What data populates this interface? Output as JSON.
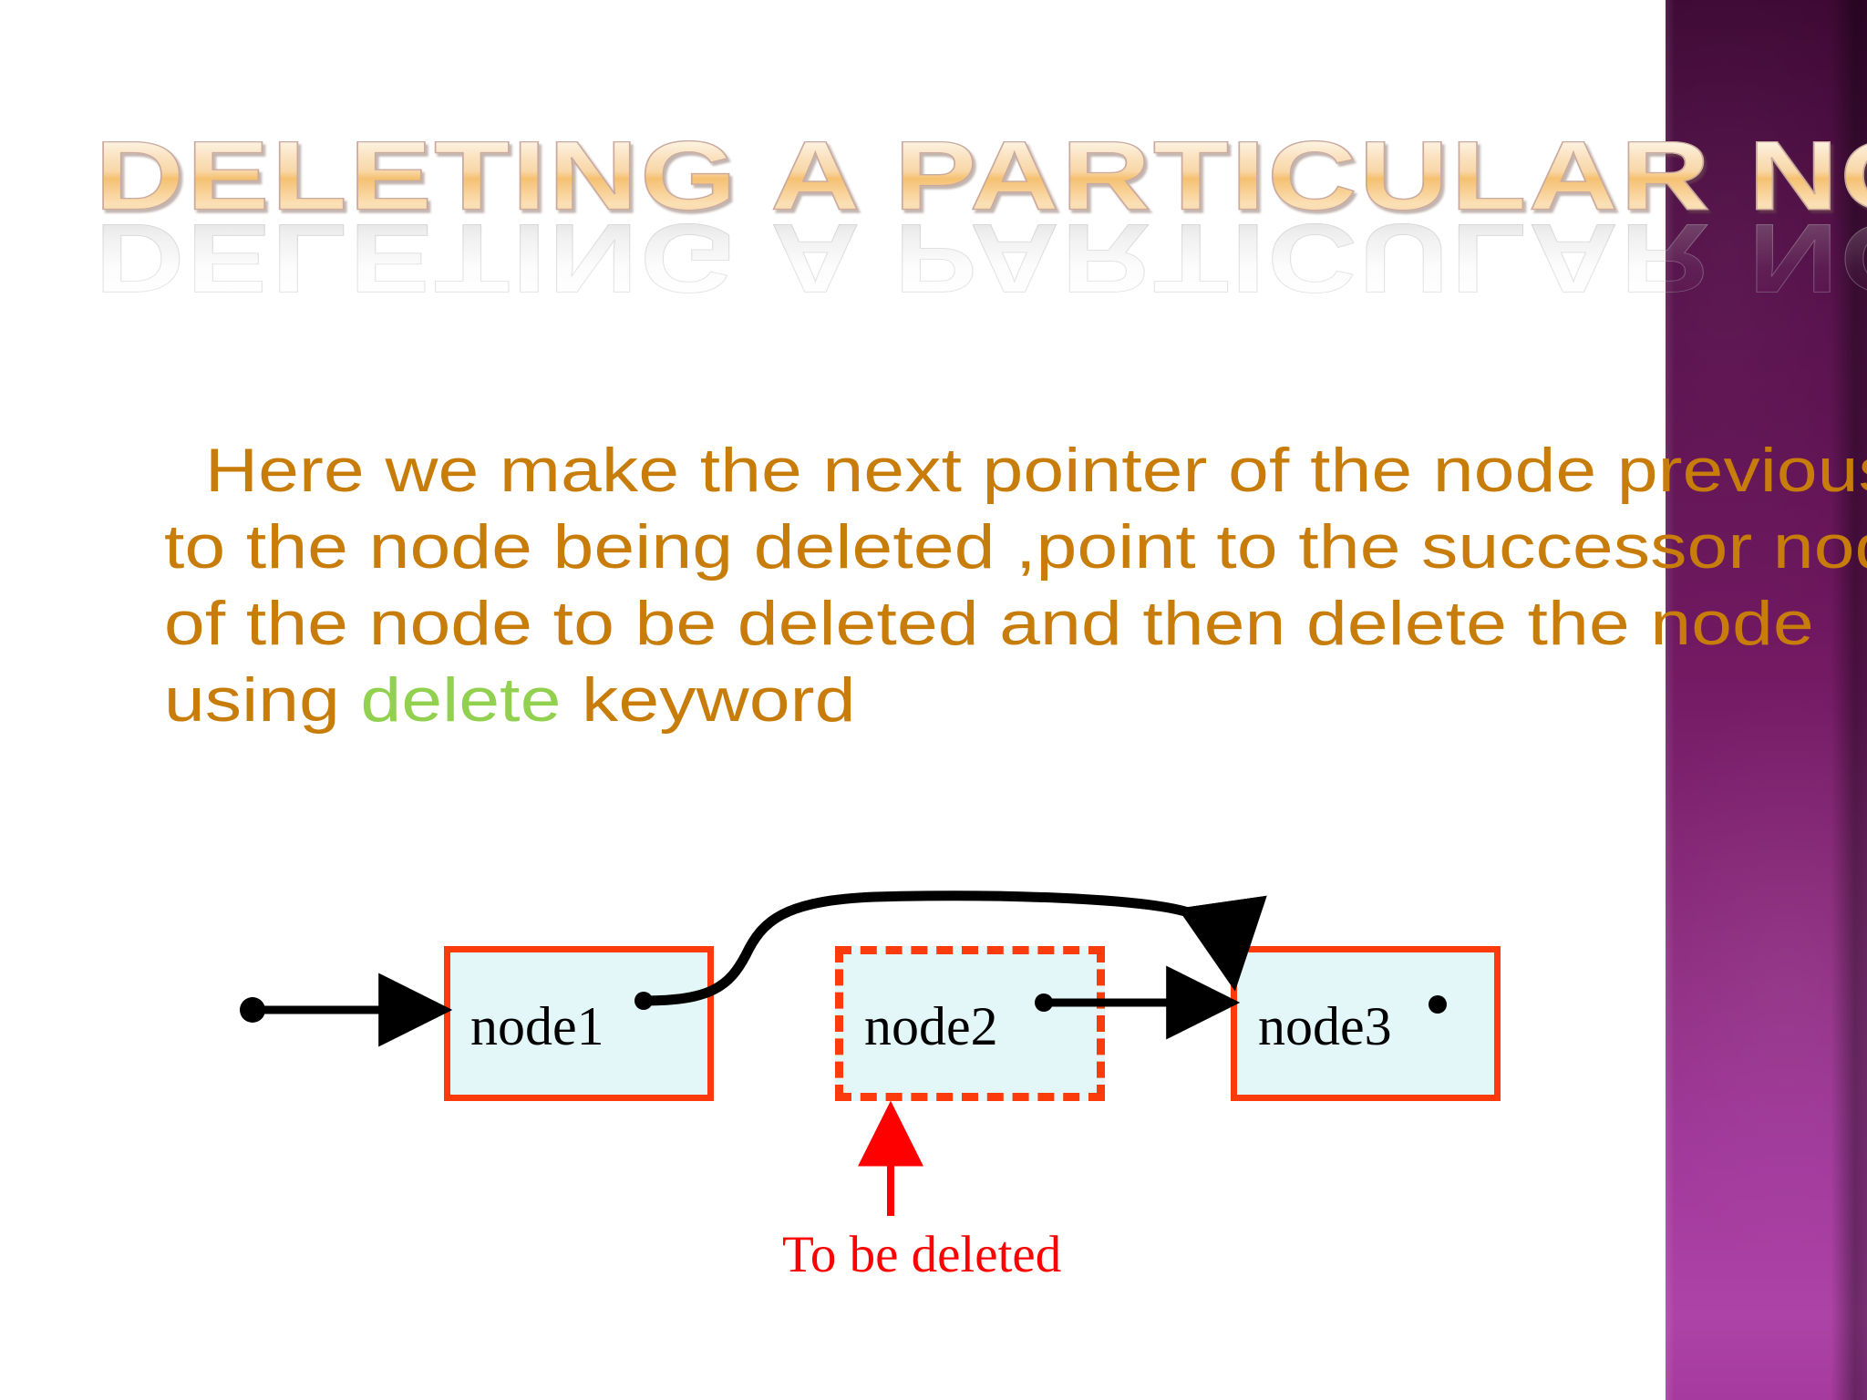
{
  "slide": {
    "title": "Deleting a particular node",
    "background_color": "#ffffff",
    "accent_band_color_top": "#3c0733",
    "accent_band_color_bottom": "#a63a9e",
    "title_color": "#f5c171",
    "body_color": "#c87d0b",
    "keyword_color": "#92d050"
  },
  "body": {
    "part1": "  Here we make the next pointer of the node previous to the node being deleted ,point to the successor node of the node to be deleted and then delete the node using ",
    "keyword": "delete",
    "part2": " keyword"
  },
  "diagram": {
    "type": "linked-list",
    "nodes": [
      {
        "label": "node1",
        "style": "solid",
        "has_pointer_dot": true
      },
      {
        "label": "node2",
        "style": "dashed",
        "has_pointer_dot": true
      },
      {
        "label": "node3",
        "style": "solid",
        "has_pointer_dot": true
      }
    ],
    "annotation": {
      "text": "To be deleted",
      "color": "#ff0000",
      "points_to": "node2"
    },
    "edges": [
      {
        "from": "head",
        "to": "node1",
        "shape": "straight",
        "color": "#000000"
      },
      {
        "from": "node1",
        "to": "node3",
        "shape": "curved-over",
        "color": "#000000"
      },
      {
        "from": "node2",
        "to": "node3",
        "shape": "straight",
        "color": "#000000"
      }
    ],
    "node_fill": "#e3f7f9",
    "node_border": "#fb3b0c"
  }
}
